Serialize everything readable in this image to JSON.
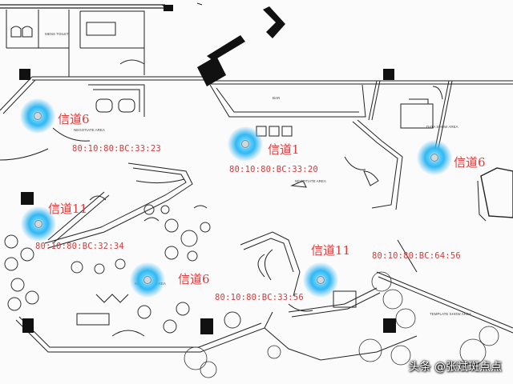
{
  "rooms": [
    {
      "id": "mens-toilet",
      "label": "MENS TOILET"
    },
    {
      "id": "bar",
      "label": "BAR"
    },
    {
      "id": "negotiate-area-left",
      "label": "NEGOTIATE AREA"
    },
    {
      "id": "negotiate-area-center",
      "label": "NEGOTIATE AREA"
    },
    {
      "id": "negotiate-area-lower",
      "label": "NEGOTIATE AREA"
    },
    {
      "id": "data-show-area",
      "label": "DATA SHOW AREA"
    },
    {
      "id": "template-show-area",
      "label": "TEMPLATE SHOW AREA"
    }
  ],
  "access_points": [
    {
      "id": "ap-1",
      "channel": "信道6",
      "mac": "80:10:80:BC:33:23"
    },
    {
      "id": "ap-2",
      "channel": "信道1",
      "mac": "80:10:80:BC:33:20"
    },
    {
      "id": "ap-3",
      "channel": "信道6",
      "mac": ""
    },
    {
      "id": "ap-4",
      "channel": "信道11",
      "mac": "80:10:80:BC:32:34"
    },
    {
      "id": "ap-5",
      "channel": "信道6",
      "mac": "80:10:80:BC:33:56"
    },
    {
      "id": "ap-6",
      "channel": "信道11",
      "mac": "80:10:80:BC:64:56"
    }
  ],
  "watermark": "头条 @张斌斑点点",
  "colors": {
    "label_red": "#e23b3b",
    "ap_blue": "#32b8f2",
    "wall": "#111111"
  }
}
